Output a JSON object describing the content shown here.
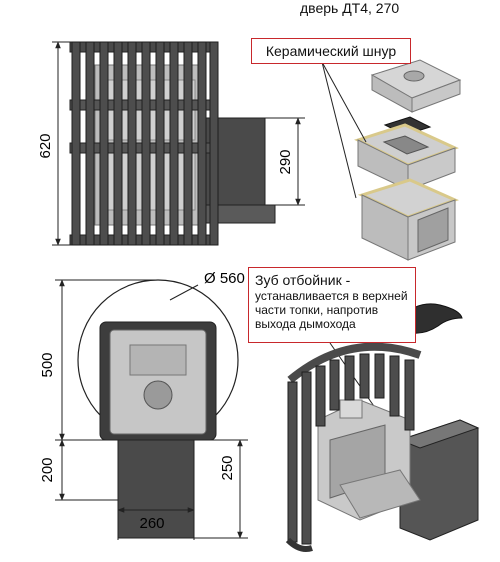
{
  "caption_top": "дверь ДТ4, 270",
  "callouts": {
    "ceramic_cord": "Керамический шнур",
    "tooth_lines": [
      "Зуб отбойник -",
      "устанавливается в верхней",
      "части топки, напротив",
      "выхода дымохода"
    ]
  },
  "dimensions": {
    "height_total": "620",
    "chimney_height": "290",
    "diameter": "Ø 560",
    "depth_body": "500",
    "depth_channel": "200",
    "channel_length": "250",
    "channel_width": "260"
  },
  "colors": {
    "grate": "#555555",
    "stove": "#c9c9c9",
    "callout_border": "#c8282c",
    "ceramic_cord": "#d9c98a"
  }
}
